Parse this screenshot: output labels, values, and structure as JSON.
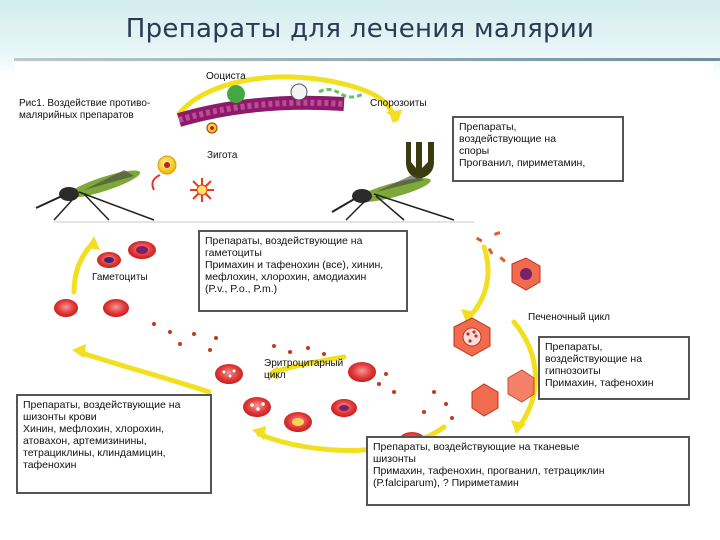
{
  "slide": {
    "title": "Препараты для лечения малярии"
  },
  "figure": {
    "caption": "Рис1. Воздействие противо-\nмалярийных препаратов",
    "labels": {
      "oocyst": "Ооциста",
      "sporozoites": "Спорозоиты",
      "zygote": "Зигота",
      "gametocytes": "Гаметоциты",
      "liver_cycle": "Печеночный цикл",
      "erythro_cycle": "Эритроцитарный\nцикл"
    },
    "boxes": {
      "spores": "Препараты,\nвоздействующие на\nспоры\nПрогванил, пириметамин,",
      "gametocytes": "Препараты, воздействующие на\nгаметоциты\nПримахин и тафенохин (все), хинин,\nмефлохин, хлорохин, амодиахин\n(P.v., P.o., P.m.)",
      "hypnozoites": "Препараты,\nвоздействующие на\nгипнозоиты\nПримахин, тафенохин",
      "blood_schizonts": "Препараты, воздействующие на\nшизонты крови\n Хинин, мефлохин, хлорохин,\nатовахон, артемизинины,\nтетрациклины, клиндамицин,\nтафенохин",
      "tissue_schizonts": "Препараты, воздействующие на тканевые\nшизонты\nПримахин, тафенохин, прогванил, тетрациклин\n(P.falciparum), ? Пириметамин"
    }
  }
}
